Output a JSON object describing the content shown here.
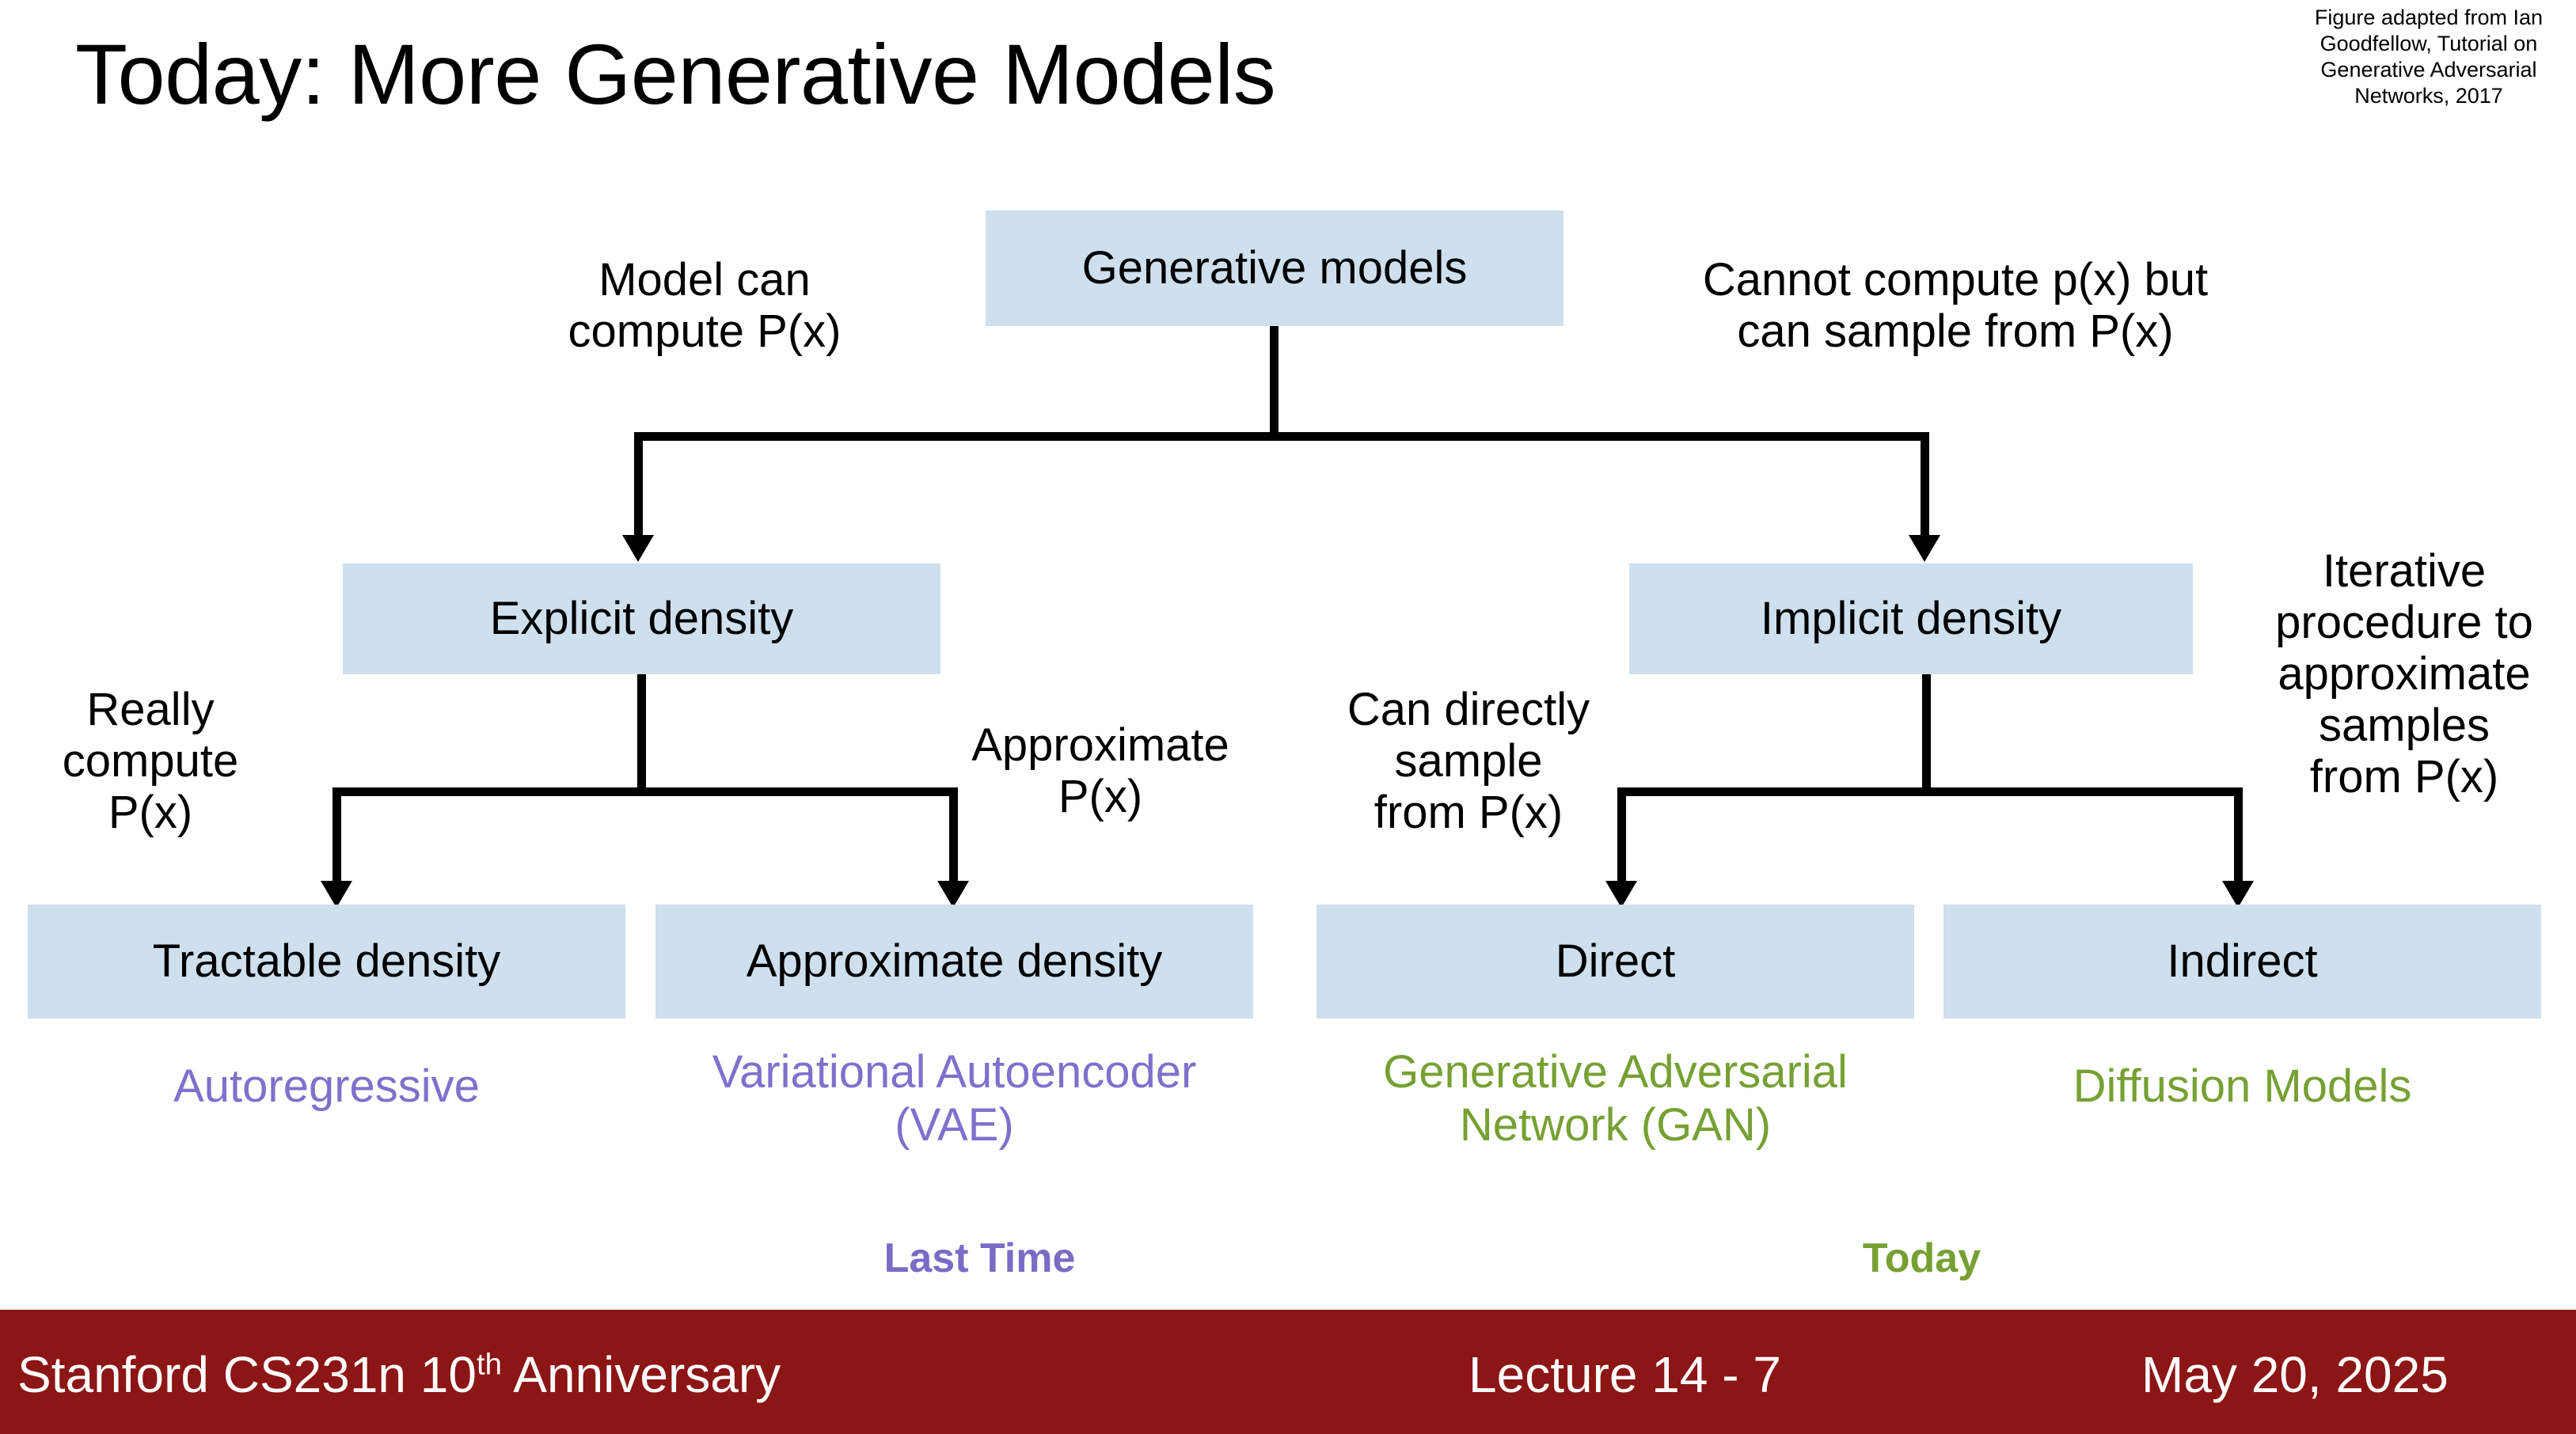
{
  "slide": {
    "title": "Today: More Generative Models",
    "credit": "Figure adapted from Ian Goodfellow, Tutorial on Generative Adversarial Networks, 2017"
  },
  "diagram": {
    "root": {
      "label": "Generative models"
    },
    "branch_labels": {
      "left_top": "Model can\ncompute P(x)",
      "right_top": "Cannot compute p(x) but\ncan sample from P(x)",
      "explicit_left": "Really\ncompute\nP(x)",
      "explicit_right": "Approximate\nP(x)",
      "implicit_left": "Can directly\nsample\nfrom P(x)",
      "implicit_right": "Iterative\nprocedure to\napproximate\nsamples\nfrom P(x)"
    },
    "level2": [
      {
        "label": "Explicit density"
      },
      {
        "label": "Implicit density"
      }
    ],
    "level3": [
      {
        "label": "Tractable density"
      },
      {
        "label": "Approximate density"
      },
      {
        "label": "Direct"
      },
      {
        "label": "Indirect"
      }
    ],
    "leaves": [
      {
        "label": "Autoregressive",
        "color": "purple"
      },
      {
        "label": "Variational Autoencoder\n(VAE)",
        "color": "purple"
      },
      {
        "label": "Generative Adversarial\nNetwork (GAN)",
        "color": "green"
      },
      {
        "label": "Diffusion Models",
        "color": "green"
      }
    ],
    "tags": [
      {
        "label": "Last Time",
        "color": "purple"
      },
      {
        "label": "Today",
        "color": "green"
      }
    ]
  },
  "footer": {
    "course": "Stanford CS231n 10",
    "course_sup": "th",
    "course_tail": " Anniversary",
    "lecture": "Lecture 14 -  7",
    "date": "May 20, 2025"
  },
  "colors": {
    "node_fill": "#cedfee",
    "purple": "#8070cc",
    "green": "#77a033",
    "footer_bg": "#8c1515",
    "text": "#000000"
  }
}
